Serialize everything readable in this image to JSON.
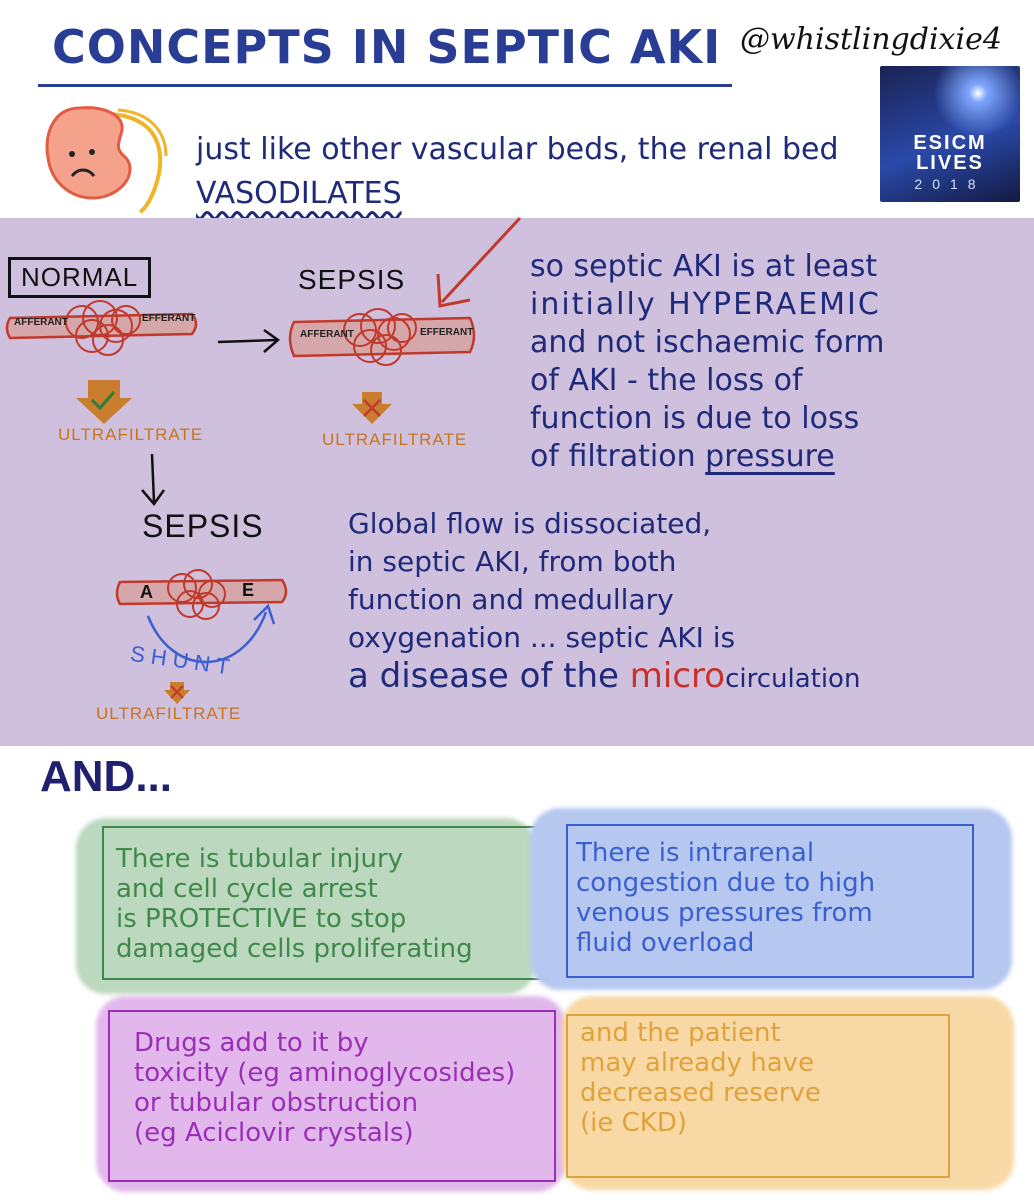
{
  "title": "CONCEPTS IN SEPTIC AKI",
  "handle": "@whistlingdixie4",
  "logo": {
    "line1": "ESICM",
    "line2": "LIVES",
    "line3": "2018"
  },
  "intro": {
    "part1": "just like other vascular beds, the renal bed ",
    "emphasis": "VASODILATES"
  },
  "diagram": {
    "normal_label": "NORMAL",
    "sepsis_label": "SEPSIS",
    "sepsis_label_2": "SEPSIS",
    "afferent": "AFFERANT",
    "efferent": "EFFERANT",
    "ultrafiltrate": "ULTRAFILTRATE",
    "a_label": "A",
    "e_label": "E",
    "shunt": "SHUNT"
  },
  "hyperaemic_text": {
    "l1": "so septic AKI is at least",
    "l2": "initially HYPERAEMIC",
    "l3": "and not ischaemic form",
    "l4": "of AKI - the loss of",
    "l5": "function is due to loss",
    "l6a": "of filtration ",
    "l6b": "pressure"
  },
  "global_text": {
    "l1": "Global flow is dissociated,",
    "l2": "in septic AKI, from both",
    "l3": "function and medullary",
    "l4": "oxygenation ... septic AKI is",
    "l5a": "a disease of the ",
    "l5b": "micro",
    "l5c": "circulation"
  },
  "and_label": "AND...",
  "cards": {
    "green": {
      "l1": "There is tubular injury",
      "l2": "and cell cycle arrest",
      "l3": "is PROTECTIVE to stop",
      "l4": "damaged cells proliferating"
    },
    "blue": {
      "l1": "There is intrarenal",
      "l2": "congestion due to high",
      "l3": "venous pressures from",
      "l4": "fluid overload"
    },
    "purple": {
      "l1": "Drugs add to it by",
      "l2": "toxicity (eg aminoglycosides)",
      "l3": "or tubular obstruction",
      "l4": "(eg Aciclovir crystals)"
    },
    "orange": {
      "l1": "and the patient",
      "l2": "may already have",
      "l3": "decreased reserve",
      "l4": "(ie CKD)"
    }
  },
  "colors": {
    "title": "#2a3d94",
    "purple_band": "#cfc0dd",
    "vessel": "#c0392b",
    "ultrafiltrate": "#c8751b",
    "green": "#3f8a4a",
    "blue": "#3a5fd0",
    "violet": "#9a2fb5",
    "orange": "#e0a23a"
  }
}
